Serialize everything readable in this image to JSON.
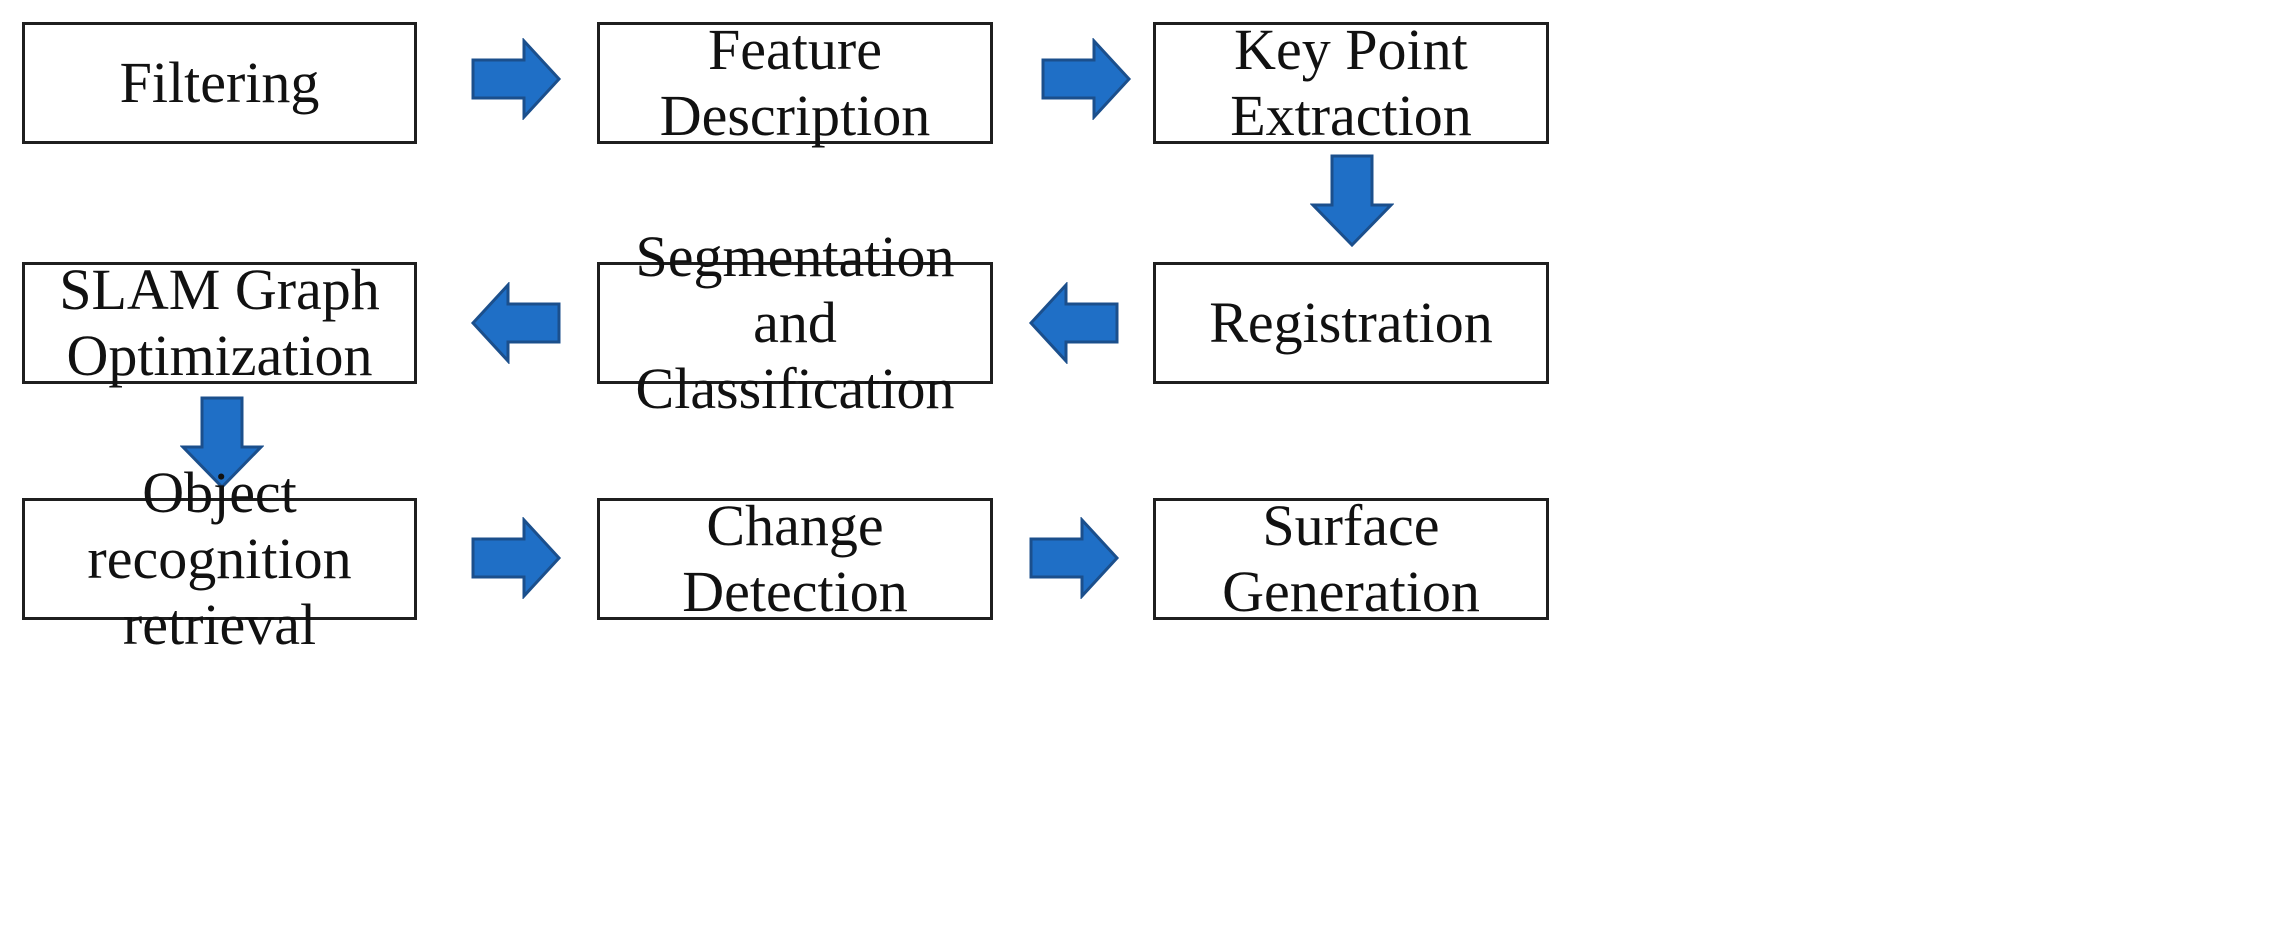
{
  "colors": {
    "arrow_fill": "#1f6fc6",
    "arrow_stroke": "#1b4f8c",
    "box_border": "#1f1f1f"
  },
  "nodes": [
    {
      "id": "filtering",
      "label": "Filtering"
    },
    {
      "id": "feature-description",
      "label": "Feature\nDescription"
    },
    {
      "id": "key-point-extraction",
      "label": "Key Point\nExtraction"
    },
    {
      "id": "slam-graph-optimization",
      "label": "SLAM Graph\nOptimization"
    },
    {
      "id": "segmentation-and-classification",
      "label": "Segmentation and\nClassification"
    },
    {
      "id": "registration",
      "label": "Registration"
    },
    {
      "id": "object-recognition-retrieval",
      "label": "Object recognition\nretrieval"
    },
    {
      "id": "change-detection",
      "label": "Change\nDetection"
    },
    {
      "id": "surface-generation",
      "label": "Surface\nGeneration"
    }
  ],
  "edges": [
    {
      "from": "filtering",
      "to": "feature-description",
      "direction": "right"
    },
    {
      "from": "feature-description",
      "to": "key-point-extraction",
      "direction": "right"
    },
    {
      "from": "key-point-extraction",
      "to": "registration",
      "direction": "down"
    },
    {
      "from": "registration",
      "to": "segmentation-and-classification",
      "direction": "left"
    },
    {
      "from": "segmentation-and-classification",
      "to": "slam-graph-optimization",
      "direction": "left"
    },
    {
      "from": "slam-graph-optimization",
      "to": "object-recognition-retrieval",
      "direction": "down"
    },
    {
      "from": "object-recognition-retrieval",
      "to": "change-detection",
      "direction": "right"
    },
    {
      "from": "change-detection",
      "to": "surface-generation",
      "direction": "right"
    }
  ]
}
